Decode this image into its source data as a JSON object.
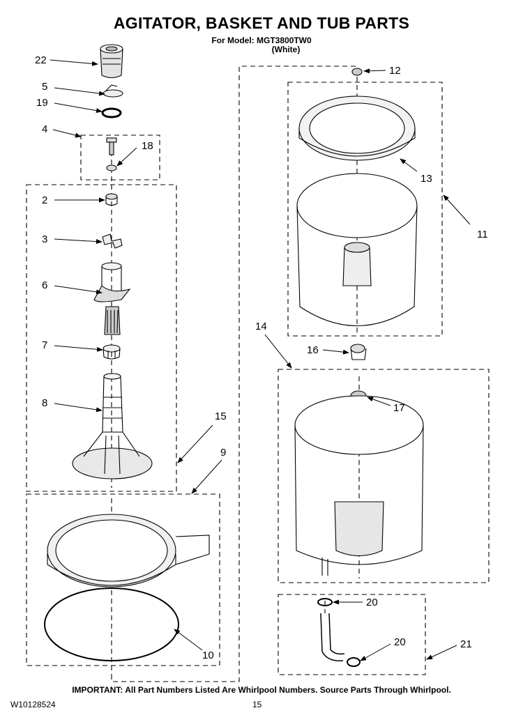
{
  "header": {
    "title": "AGITATOR, BASKET AND TUB PARTS",
    "model_line": "For Model: MGT3800TW0",
    "color_line": "(White)"
  },
  "callouts": {
    "c22": "22",
    "c5": "5",
    "c19": "19",
    "c4": "4",
    "c18": "18",
    "c2": "2",
    "c3": "3",
    "c6": "6",
    "c7": "7",
    "c8": "8",
    "c15": "15",
    "c9": "9",
    "c10": "10",
    "c12": "12",
    "c13": "13",
    "c11": "11",
    "c14": "14",
    "c16": "16",
    "c17": "17",
    "c20a": "20",
    "c20b": "20",
    "c21": "21"
  },
  "footer": {
    "note": "IMPORTANT: All Part Numbers Listed Are Whirlpool Numbers. Source Parts Through Whirlpool.",
    "doc_number": "W10128524",
    "page_number": "15"
  }
}
